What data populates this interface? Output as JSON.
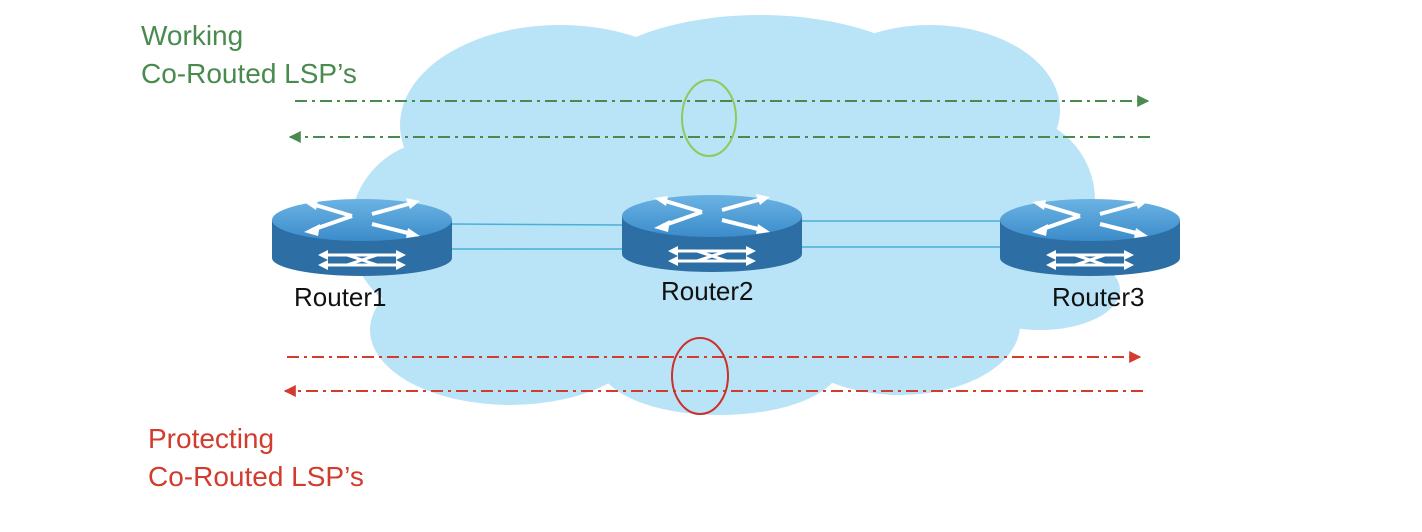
{
  "labels": {
    "working_line1": "Working",
    "working_line2": "Co-Routed LSP’s",
    "protecting_line1": "Protecting",
    "protecting_line2": "Co-Routed LSP’s"
  },
  "routers": [
    {
      "name": "Router1"
    },
    {
      "name": "Router2"
    },
    {
      "name": "Router3"
    }
  ],
  "colors": {
    "working": "#4a8a4e",
    "protecting": "#d23c2e",
    "working_ellipse": "#8fc95a",
    "protecting_ellipse": "#c8322a",
    "cloud": "#b9e3f7",
    "router_top": "#4a9ad4",
    "router_side": "#2d6ea5",
    "link": "#49b0d8"
  }
}
